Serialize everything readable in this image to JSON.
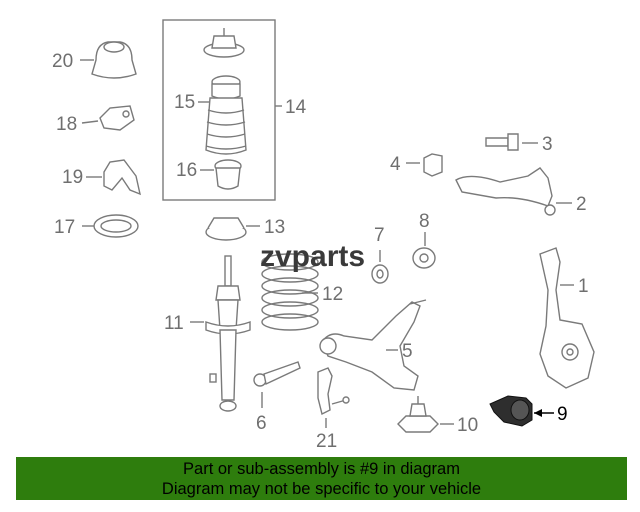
{
  "watermark": "zvparts",
  "labels": {
    "p1": "1",
    "p2": "2",
    "p3": "3",
    "p4": "4",
    "p5": "5",
    "p6": "6",
    "p7": "7",
    "p8": "8",
    "p9": "9",
    "p10": "10",
    "p11": "11",
    "p12": "12",
    "p13": "13",
    "p14": "14",
    "p15": "15",
    "p16": "16",
    "p17": "17",
    "p18": "18",
    "p19": "19",
    "p20": "20",
    "p21": "21"
  },
  "colors": {
    "highlight_part": "#2e2e2e",
    "banner_bg": "#2e7d0d",
    "line": "#7a7a7a"
  },
  "banner": {
    "line1": "Part or sub-assembly is #9 in diagram",
    "line2": "Diagram may not be specific to your vehicle"
  }
}
